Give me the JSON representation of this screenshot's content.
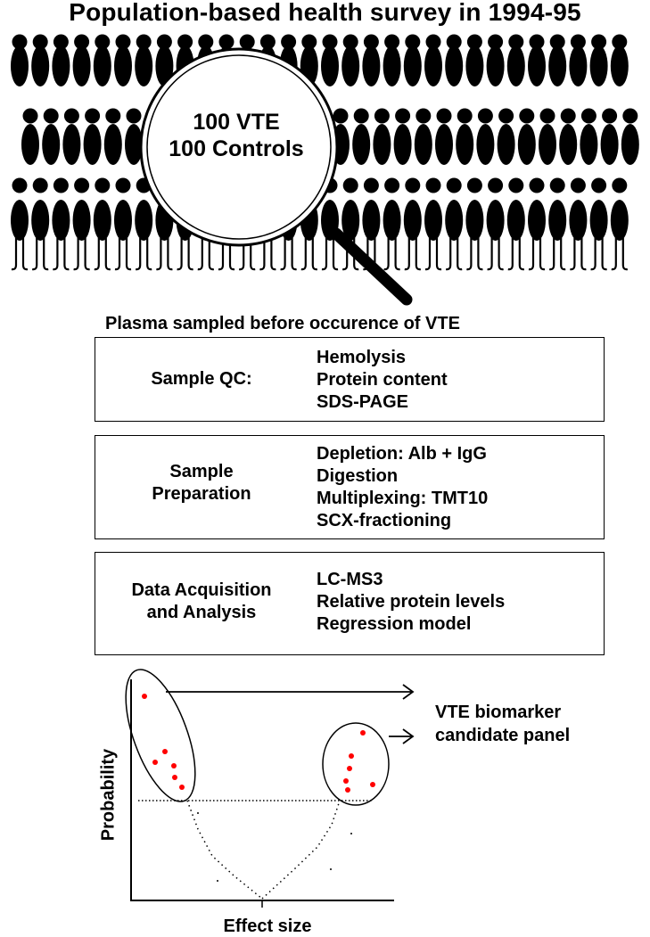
{
  "title": "Population-based health survey in 1994-95",
  "magnifier": {
    "line1": "100 VTE",
    "line2": "100 Controls"
  },
  "plasma_label": "Plasma sampled before occurence of VTE",
  "boxes": [
    {
      "heading": "Sample QC:",
      "items": [
        "Hemolysis",
        "Protein content",
        "SDS-PAGE"
      ]
    },
    {
      "heading": "Sample Preparation",
      "heading_lines": [
        "Sample",
        "Preparation"
      ],
      "items": [
        "Depletion: Alb + IgG",
        "Digestion",
        "Multiplexing: TMT10",
        "SCX-fractioning"
      ]
    },
    {
      "heading": "Data Acquisition and Analysis",
      "heading_lines": [
        "Data Acquisition",
        "and Analysis"
      ],
      "items": [
        "LC-MS3",
        "Relative protein levels",
        "Regression model"
      ]
    }
  ],
  "plot": {
    "ylabel": "Probability",
    "xlabel": "Effect size",
    "panel_label_lines": [
      "VTE biomarker",
      "candidate panel"
    ],
    "highlight_color": "#ff0000"
  }
}
